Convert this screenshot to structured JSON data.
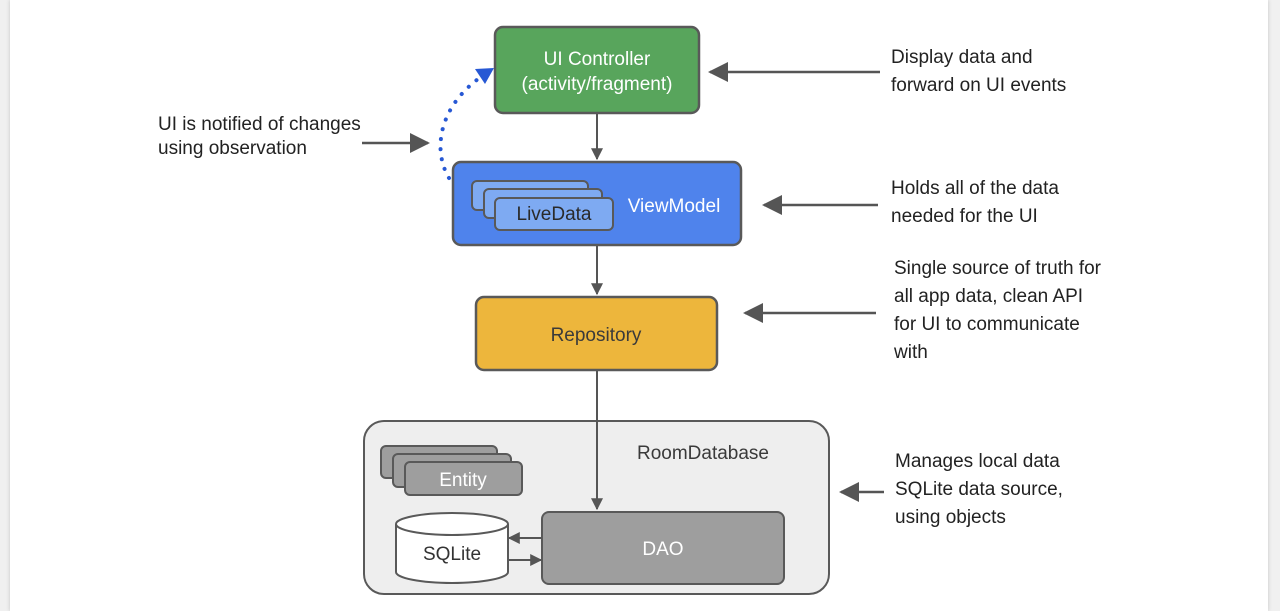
{
  "nodes": {
    "ui_controller": {
      "line1": "UI Controller",
      "line2": "(activity/fragment)"
    },
    "viewmodel": {
      "label": "ViewModel",
      "livedata": "LiveData"
    },
    "repository": {
      "label": "Repository"
    },
    "room_database": {
      "label": "RoomDatabase"
    },
    "entity": {
      "label": "Entity"
    },
    "sqlite": {
      "label": "SQLite"
    },
    "dao": {
      "label": "DAO"
    }
  },
  "annotations": {
    "observation": {
      "line1": "UI is notified of changes",
      "line2": "using observation"
    },
    "ui_controller": {
      "line1": "Display data and",
      "line2": "forward on UI events"
    },
    "viewmodel": {
      "line1": "Holds all of the data",
      "line2": "needed for the UI"
    },
    "repository": {
      "line1": "Single source of truth for",
      "line2": "all app data, clean API",
      "line3": "for UI to communicate",
      "line4": "with"
    },
    "room_database": {
      "line1": "Manages local data",
      "line2": "SQLite data source,",
      "line3": "using objects"
    }
  },
  "colors": {
    "ui_controller": "#58a55c",
    "viewmodel": "#4f83ec",
    "livedata": "#7eaaf2",
    "repository": "#edb63c",
    "room_database": "#eeeeee",
    "component": "#9e9e9e",
    "border": "#595959",
    "observe_arrow": "#2758d4"
  }
}
